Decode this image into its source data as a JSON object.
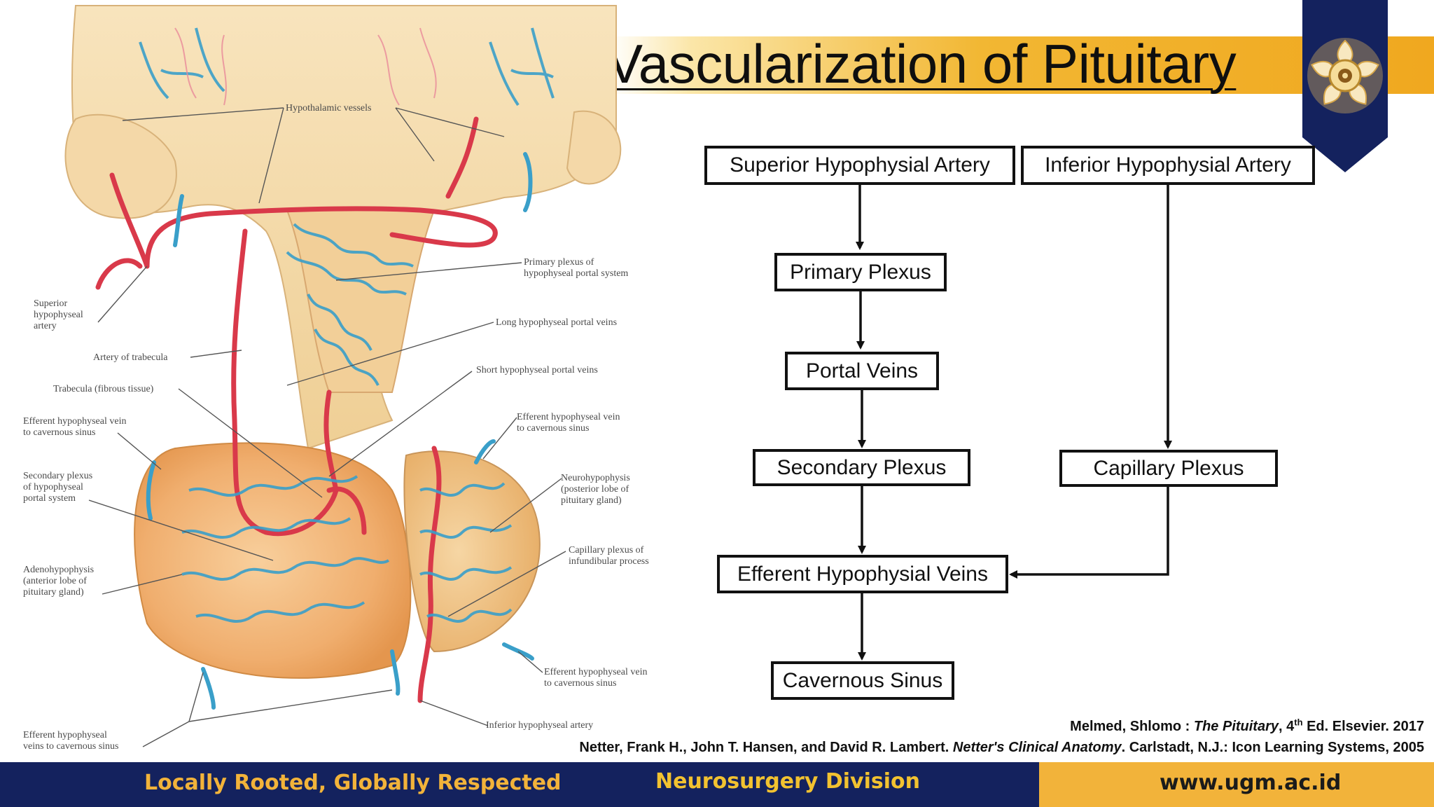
{
  "title": "Vascularization of Pituitary",
  "flowchart": {
    "nodes": {
      "superior_artery": "Superior Hypophysial Artery",
      "inferior_artery": "Inferior Hypophysial Artery",
      "primary_plexus": "Primary Plexus",
      "portal_veins": "Portal Veins",
      "secondary_plexus": "Secondary Plexus",
      "capillary_plexus": "Capillary Plexus",
      "efferent_veins": "Efferent Hypophysial Veins",
      "cavernous_sinus": "Cavernous Sinus"
    }
  },
  "illustration_labels": {
    "hypothalamic_vessels": "Hypothalamic vessels",
    "primary_plexus": "Primary plexus of\nhypophyseal portal system",
    "superior_artery": "Superior\nhypophyseal\nartery",
    "long_portal_veins": "Long hypophyseal portal veins",
    "artery_of_trabecula": "Artery of trabecula",
    "short_portal_veins": "Short hypophyseal portal veins",
    "trabecula": "Trabecula (fibrous tissue)",
    "efferent_vein_left": "Efferent hypophyseal vein\nto cavernous sinus",
    "efferent_vein_right_top": "Efferent hypophyseal vein\nto cavernous sinus",
    "secondary_plexus": "Secondary plexus\nof hypophyseal\nportal system",
    "neurohypophysis": "Neurohypophysis\n(posterior lobe of\npituitary gland)",
    "capillary_plexus": "Capillary plexus of\ninfundibular process",
    "adenohypophysis": "Adenohypophysis\n(anterior lobe of\npituitary gland)",
    "efferent_vein_right_bottom": "Efferent hypophyseal vein\nto cavernous sinus",
    "inferior_artery": "Inferior hypophyseal artery",
    "efferent_veins_bottom": "Efferent hypophyseal\nveins to cavernous sinus"
  },
  "references": {
    "ref1_author": "Melmed, Shlomo : ",
    "ref1_title": "The Pituitary",
    "ref1_ed_num": ", 4",
    "ref1_ed_sup": "th",
    "ref1_rest": " Ed. Elsevier. 2017",
    "ref2_author": "Netter, Frank H., John T. Hansen, and David R. Lambert. ",
    "ref2_title": "Netter's Clinical Anatomy",
    "ref2_rest": ". Carlstadt, N.J.: Icon Learning Systems, 2005"
  },
  "footer": {
    "tagline": "Locally Rooted, Globally Respected",
    "division": "Neurosurgery Division",
    "url": "www.ugm.ac.id"
  },
  "colors": {
    "navy": "#14225e",
    "gold": "#f2b33a",
    "artery_red": "#d9394a",
    "vein_blue": "#3a9fc9",
    "tissue_tan": "#f3d9a6",
    "gland_orange": "#f0b277"
  }
}
